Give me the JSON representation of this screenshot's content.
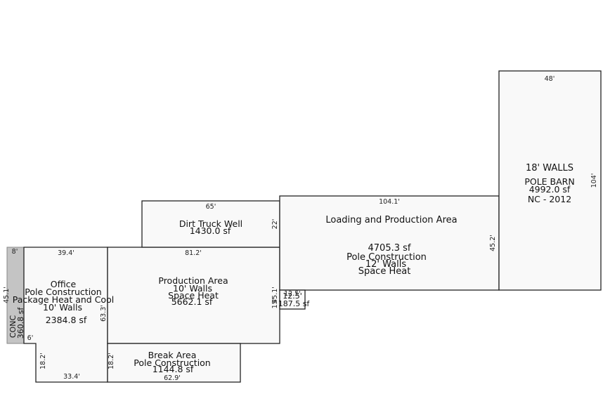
{
  "rooms": {
    "office": {
      "name": "Office",
      "construction": "Pole Construction",
      "hvac": "Package Heat and Cool",
      "walls": "10' Walls",
      "area": "2384.8 sf"
    },
    "conc": {
      "name": "CONC",
      "area": "360.8 sf"
    },
    "production": {
      "name": "Production Area",
      "walls": "10' Walls",
      "heat": "Space Heat",
      "area": "5662.1 sf"
    },
    "dirt_truck": {
      "name": "Dirt Truck Well",
      "area": "1430.0 sf"
    },
    "loading": {
      "name": "Loading and Production Area",
      "area": "4705.3 sf",
      "construction": "Pole Construction",
      "walls": "12' Walls",
      "heat": "Space Heat"
    },
    "pole_barn": {
      "walls": "18' WALLS",
      "name": "POLE BARN",
      "area": "4992.0 sf",
      "nc": "NC - 2012"
    },
    "break_area": {
      "name": "Break Area",
      "construction": "Pole Construction",
      "area": "1144.8 sf"
    },
    "small": {
      "name": "12.5'",
      "area": "187.5 sf"
    }
  },
  "dimensions": {
    "conc_width": "8'",
    "conc_height": "45.1'",
    "office_top": "39.4'",
    "office_side": "63.3'",
    "office_bottom": "33.4'",
    "office_notch_w": "6'",
    "office_notch_h": "18.2'",
    "production_top": "81.2'",
    "production_side": "45.1'",
    "dirt_top": "65'",
    "dirt_side": "22'",
    "loading_top": "104.1'",
    "loading_side": "45.2'",
    "barn_top": "48'",
    "barn_side": "104'",
    "break_side": "18.2'",
    "break_bottom": "62.9'",
    "small_w": "12.5'",
    "small_h": "15'"
  }
}
